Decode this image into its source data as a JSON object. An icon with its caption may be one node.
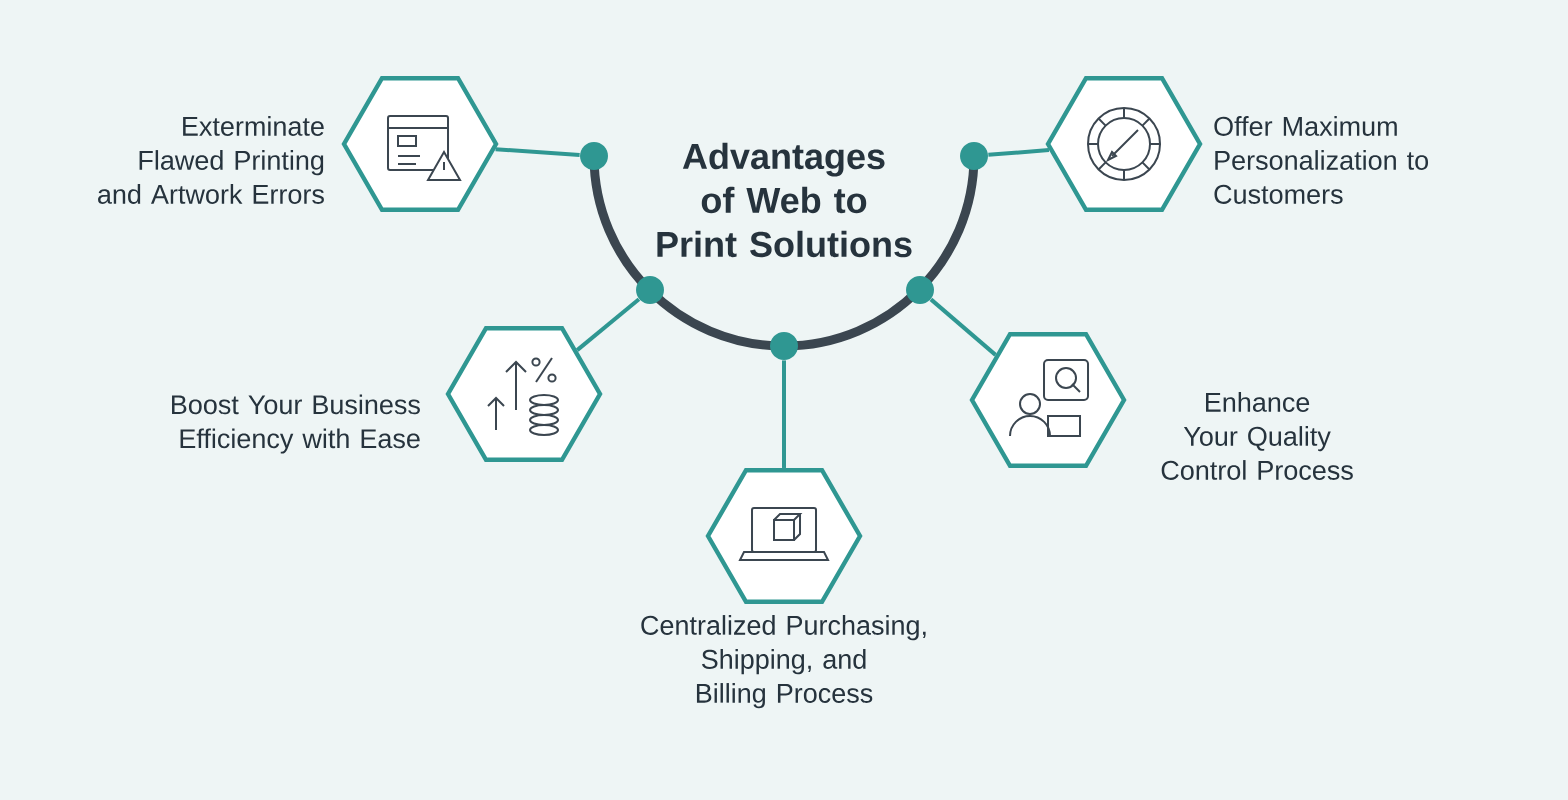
{
  "diagram": {
    "title": "Advantages of Web to Print Solutions",
    "nodes": [
      {
        "text": [
          "Exterminate Flawed Printing and Artwork Errors"
        ]
      },
      {
        "text": [
          "Offer Maximum Personalization to Customers"
        ]
      },
      {
        "text": [
          "Boost Your Business Efficiency with Ease"
        ]
      },
      {
        "text": [
          "Enhance Your Quality Control Process"
        ]
      },
      {
        "text": [
          "Centralized Purchasing, Shipping, and Billing Process"
        ]
      },
      {
        "text": [],
        "shape": "circle"
      },
      {
        "text": [],
        "shape": "circle"
      },
      {
        "text": [],
        "shape": "circle"
      },
      {
        "text": [],
        "shape": "circle"
      },
      {
        "text": [],
        "shape": "circle"
      }
    ],
    "edges": [
      {
        "from": 5,
        "to": 0,
        "arrow": "none"
      },
      {
        "from": 9,
        "to": 1,
        "arrow": "none"
      },
      {
        "from": 6,
        "to": 2,
        "arrow": "none"
      },
      {
        "from": 8,
        "to": 3,
        "arrow": "none"
      },
      {
        "from": 7,
        "to": 4,
        "arrow": "none"
      }
    ]
  }
}
